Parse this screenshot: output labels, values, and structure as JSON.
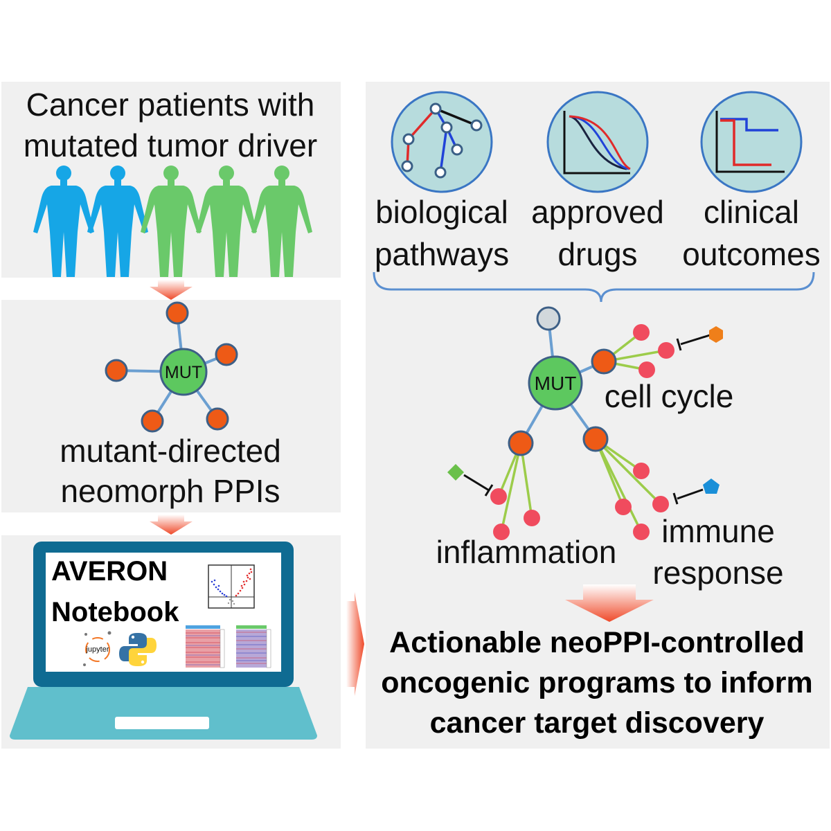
{
  "panel_patients": {
    "line1": "Cancer patients with",
    "line2": "mutated tumor driver"
  },
  "panel_ppi": {
    "hub_label": "MUT",
    "line1": "mutant-directed",
    "line2": "neomorph PPIs"
  },
  "panel_notebook": {
    "title_line1": "AVERON",
    "title_line2": "Notebook",
    "jupyter_label": "jupyter"
  },
  "panel_right": {
    "cat1_line1": "biological",
    "cat1_line2": "pathways",
    "cat2_line1": "approved",
    "cat2_line2": "drugs",
    "cat3_line1": "clinical",
    "cat3_line2": "outcomes",
    "hub_label": "MUT",
    "program1": "cell cycle",
    "program2": "inflammation",
    "program3_line1": "immune",
    "program3_line2": "response"
  },
  "conclusion": {
    "line1": "Actionable neoPPI-controlled",
    "line2": "oncogenic programs to inform",
    "line3": "cancer target discovery"
  },
  "colors": {
    "panel_bg": "#f0f0f0",
    "person_blue": "#16a6e6",
    "person_green": "#6ac96a",
    "node_orange": "#ee5a16",
    "node_red": "#f04b5e",
    "hub_green": "#5dc85f",
    "edge_blue": "#6b9fd1",
    "edge_green": "#9ccc4a",
    "laptop_frame": "#0f6b92",
    "laptop_base": "#60bfcc",
    "arrow": "#ef5a36"
  }
}
